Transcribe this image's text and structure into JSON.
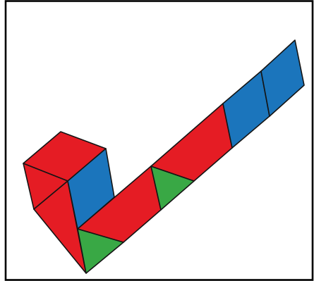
{
  "figure": {
    "description_colors": {
      "red": "#e51c24",
      "blue": "#1b75bc",
      "green": "#39a845",
      "outline": "#141414",
      "frame": "#000000"
    },
    "shapes": [
      {
        "id": "red-top-face",
        "color": "red"
      },
      {
        "id": "red-left-upper",
        "color": "red"
      },
      {
        "id": "red-left-lower",
        "color": "red"
      },
      {
        "id": "blue-inner-face",
        "color": "blue"
      },
      {
        "id": "green-triangle-bottom",
        "color": "green"
      },
      {
        "id": "red-strip-1",
        "color": "red"
      },
      {
        "id": "green-triangle-mid",
        "color": "green"
      },
      {
        "id": "red-strip-2",
        "color": "red"
      },
      {
        "id": "blue-strip-1",
        "color": "blue"
      },
      {
        "id": "blue-strip-2",
        "color": "blue"
      }
    ]
  }
}
